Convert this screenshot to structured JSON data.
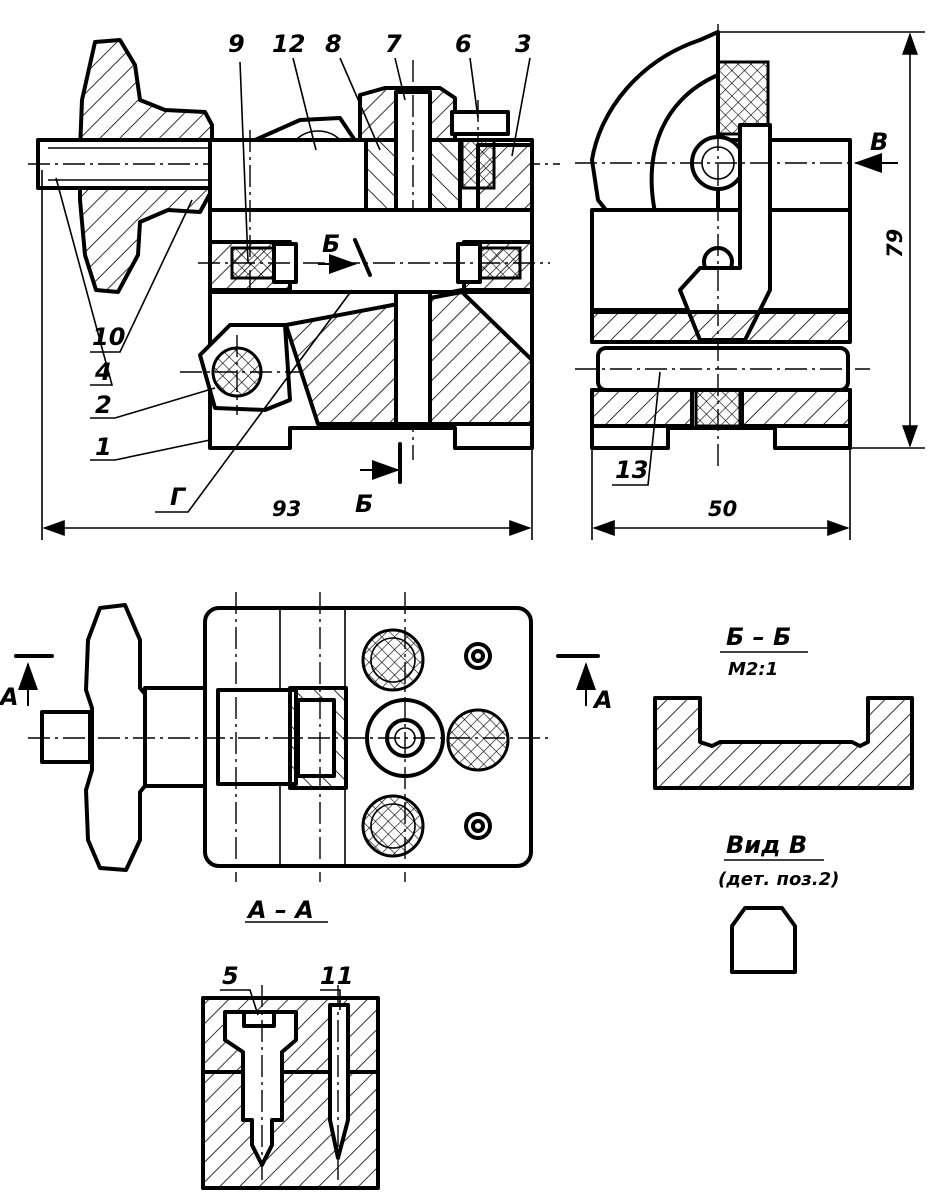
{
  "part_numbers": [
    "9",
    "12",
    "8",
    "7",
    "6",
    "3",
    "10",
    "4",
    "2",
    "1",
    "Г",
    "13",
    "5",
    "11"
  ],
  "section_marks": {
    "b_cut": "Б",
    "b_cut_bottom": "Б",
    "a_left": "А",
    "a_right": "А",
    "view_v_arrow": "В"
  },
  "dimensions": {
    "width_front": "93",
    "width_side": "50",
    "height": "79"
  },
  "section_bb": {
    "title": "Б – Б",
    "scale": "M2:1"
  },
  "view_v": {
    "title": "Вид В",
    "note": "(дет. поз.2)"
  },
  "section_aa": {
    "title": "А – А"
  }
}
